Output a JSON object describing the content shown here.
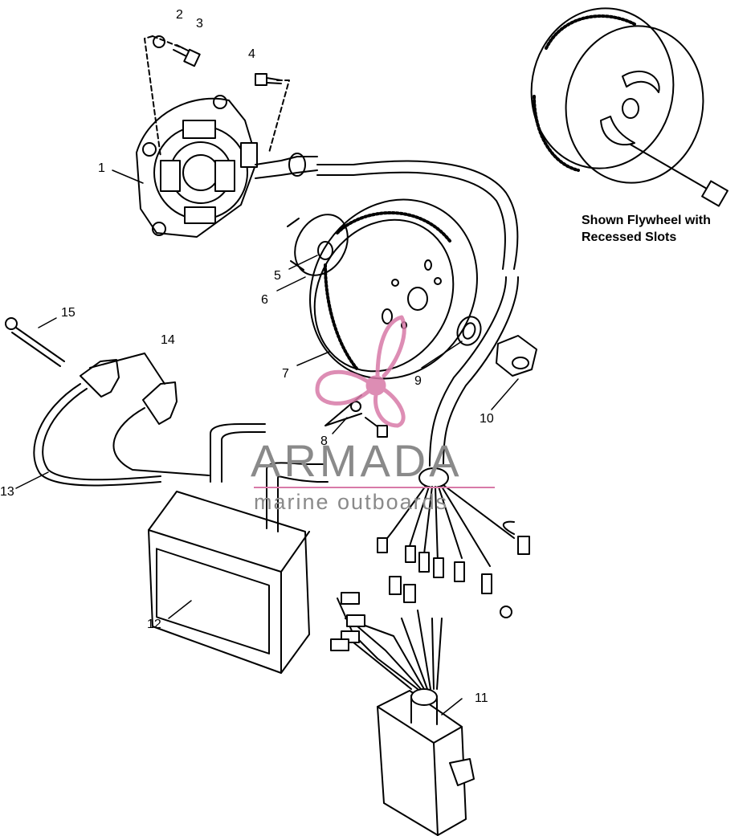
{
  "callouts": {
    "c1": "1",
    "c2": "2",
    "c3": "3",
    "c4": "4",
    "c5": "5",
    "c6": "6",
    "c7": "7",
    "c8": "8",
    "c9": "9",
    "c10": "10",
    "c11": "11",
    "c12": "12",
    "c13": "13",
    "c14": "14",
    "c15": "15"
  },
  "note": {
    "line1": "Shown Flywheel with",
    "line2": "Recessed Slots"
  },
  "watermark": {
    "brand": "ARMADA",
    "tagline": "marine outboards",
    "color": "#d87aa8",
    "text_color": "#8a8a8a"
  }
}
